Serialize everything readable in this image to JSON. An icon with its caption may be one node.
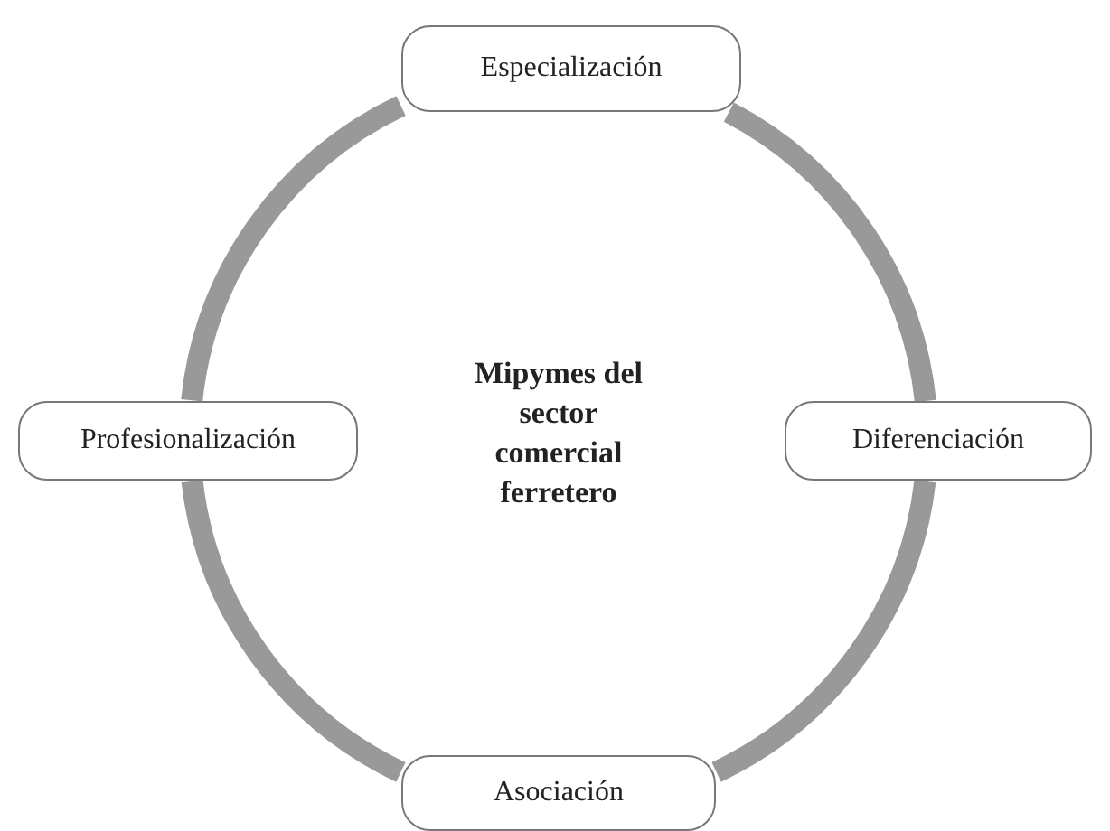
{
  "diagram": {
    "nodes": [
      {
        "text": [
          "Especialización"
        ]
      },
      {
        "text": [
          "Profesionalización"
        ]
      },
      {
        "text": [
          "Diferenciación"
        ]
      },
      {
        "text": [
          "Asociación"
        ]
      }
    ],
    "edges": [
      {
        "from": 0,
        "to": 2,
        "arrow": "none"
      },
      {
        "from": 2,
        "to": 3,
        "arrow": "none"
      },
      {
        "from": 3,
        "to": 1,
        "arrow": "none"
      },
      {
        "from": 1,
        "to": 0,
        "arrow": "none"
      }
    ],
    "labels": [
      "Mipymes del sector comercial ferretero"
    ]
  }
}
